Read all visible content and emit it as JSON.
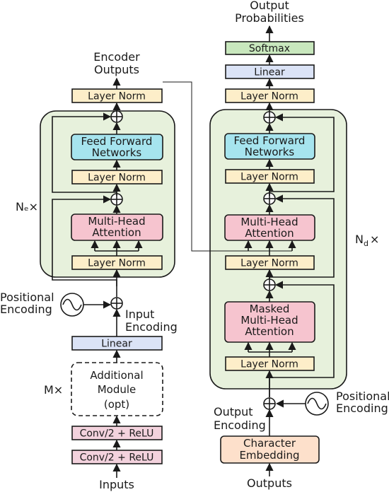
{
  "colors": {
    "layer_norm": "#fdeec9",
    "feed_forward": "#a6e4ee",
    "attention": "#f6c4cf",
    "linear": "#dbe3f6",
    "softmax": "#c8e7bd",
    "conv": "#f3d2dd",
    "embedding": "#fde0cb",
    "stack_bg": "#e7f1dc"
  },
  "encoder": {
    "outputs_label_1": "Encoder",
    "outputs_label_2": "Outputs",
    "top_norm": "Layer Norm",
    "ffn_1": "Feed Forward",
    "ffn_2": "Networks",
    "ffn_norm": "Layer Norm",
    "attn_1": "Multi-Head",
    "attn_2": "Attention",
    "attn_norm": "Layer Norm",
    "repeat": "Nₑ×",
    "positional_1": "Positional",
    "positional_2": "Encoding",
    "input_enc_1": "Input",
    "input_enc_2": "Encoding",
    "linear": "Linear",
    "module_repeat": "M×",
    "module_1": "Additional",
    "module_2": "Module",
    "module_3": "(opt)",
    "conv_top": "Conv/2 + ReLU",
    "conv_bottom": "Conv/2 + ReLU",
    "inputs": "Inputs"
  },
  "decoder": {
    "output_prob_1": "Output",
    "output_prob_2": "Probabilities",
    "softmax": "Softmax",
    "linear": "Linear",
    "top_norm": "Layer Norm",
    "ffn_1": "Feed Forward",
    "ffn_2": "Networks",
    "ffn_norm": "Layer Norm",
    "cross_attn_1": "Multi-Head",
    "cross_attn_2": "Attention",
    "cross_norm": "Layer Norm",
    "repeat": "N",
    "repeat_sub": "d",
    "repeat_suffix": "×",
    "masked_1": "Masked",
    "masked_2": "Multi-Head",
    "masked_3": "Attention",
    "masked_norm": "Layer Norm",
    "positional_1": "Positional",
    "positional_2": "Encoding",
    "output_enc_1": "Output",
    "output_enc_2": "Encoding",
    "embedding_1": "Character",
    "embedding_2": "Embedding",
    "outputs": "Outputs"
  }
}
